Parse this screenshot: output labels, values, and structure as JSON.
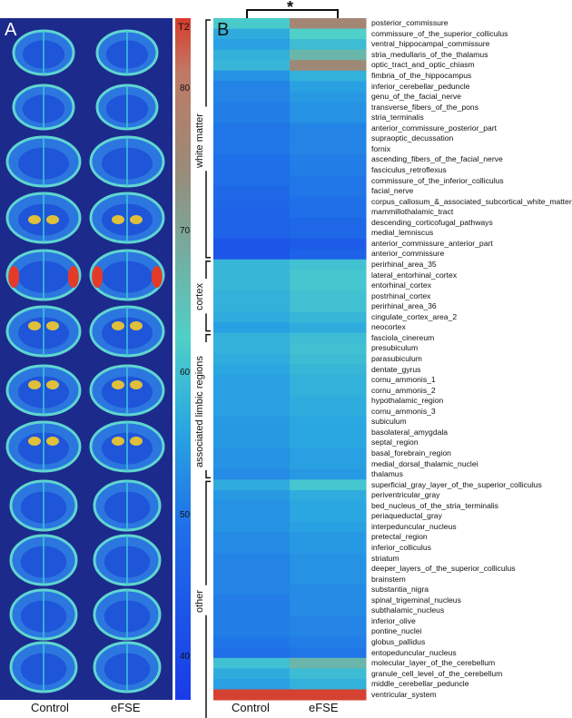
{
  "panels": {
    "a_letter": "A",
    "b_letter": "B",
    "a_labels": [
      "Control",
      "eFSE"
    ],
    "b_labels": [
      "Control",
      "eFSE"
    ]
  },
  "colorbar": {
    "title": "T2",
    "ticks": [
      {
        "label": "80",
        "value": 80
      },
      {
        "label": "70",
        "value": 70
      },
      {
        "label": "60",
        "value": 60
      },
      {
        "label": "50",
        "value": 50
      },
      {
        "label": "40",
        "value": 40
      }
    ]
  },
  "significance": "*",
  "chart_data": {
    "type": "heatmap",
    "columns": [
      "Control",
      "eFSE"
    ],
    "groups": [
      {
        "name": "white matter",
        "start": 0,
        "end": 22
      },
      {
        "name": "cortex",
        "start": 23,
        "end": 29
      },
      {
        "name": "associated limbic regions",
        "start": 30,
        "end": 43
      },
      {
        "name": "other",
        "start": 44,
        "end": 66
      }
    ],
    "colorscale": {
      "min": 37,
      "max": 85,
      "colors": [
        "#1a3ae8",
        "#1f6fe8",
        "#2aa7e0",
        "#4fd0c8",
        "#9a8a78",
        "#c07a66",
        "#d83a2a"
      ]
    },
    "rows": [
      {
        "label": "posterior_commissure",
        "values": [
          60,
          71
        ]
      },
      {
        "label": "commissure_of_the_superior_colliculus",
        "values": [
          54,
          61
        ]
      },
      {
        "label": "ventral_hippocampal_commissure",
        "values": [
          52,
          57
        ]
      },
      {
        "label": "stria_medullaris_of_the_thalamus",
        "values": [
          55,
          64
        ]
      },
      {
        "label": "optic_tract_and_optic_chiasm",
        "values": [
          56,
          70
        ]
      },
      {
        "label": "fimbria_of_the_hippocampus",
        "values": [
          50,
          55
        ]
      },
      {
        "label": "inferior_cerebellar_peduncle",
        "values": [
          48,
          52
        ]
      },
      {
        "label": "genu_of_the_facial_nerve",
        "values": [
          48,
          51
        ]
      },
      {
        "label": "transverse_fibers_of_the_pons",
        "values": [
          47,
          50
        ]
      },
      {
        "label": "stria_terminalis",
        "values": [
          47,
          50
        ]
      },
      {
        "label": "anterior_commissure_posterior_part",
        "values": [
          46,
          48
        ]
      },
      {
        "label": "supraoptic_decussation",
        "values": [
          46,
          48
        ]
      },
      {
        "label": "fornix",
        "values": [
          46,
          48
        ]
      },
      {
        "label": "ascending_fibers_of_the_facial_nerve",
        "values": [
          45,
          47
        ]
      },
      {
        "label": "fasciculus_retroflexus",
        "values": [
          45,
          47
        ]
      },
      {
        "label": "commissure_of_the_inferior_colliculus",
        "values": [
          45,
          46
        ]
      },
      {
        "label": "facial_nerve",
        "values": [
          44,
          46
        ]
      },
      {
        "label": "corpus_callosum_&_associated_subcortical_white_matter",
        "values": [
          44,
          45
        ]
      },
      {
        "label": "mammillothalamic_tract",
        "values": [
          43,
          45
        ]
      },
      {
        "label": "descending_corticofugal_pathways",
        "values": [
          43,
          44
        ]
      },
      {
        "label": "medial_lemniscus",
        "values": [
          43,
          44
        ]
      },
      {
        "label": "anterior_commissure_anterior_part",
        "values": [
          41,
          42
        ]
      },
      {
        "label": "anterior_commissure",
        "values": [
          41,
          43
        ]
      },
      {
        "label": "perirhinal_area_35",
        "values": [
          56,
          58
        ]
      },
      {
        "label": "lateral_entorhinal_cortex",
        "values": [
          56,
          59
        ]
      },
      {
        "label": "entorhinal_cortex",
        "values": [
          56,
          59
        ]
      },
      {
        "label": "postrhinal_cortex",
        "values": [
          55,
          58
        ]
      },
      {
        "label": "perirhinal_area_36",
        "values": [
          55,
          58
        ]
      },
      {
        "label": "cingulate_cortex_area_2",
        "values": [
          54,
          56
        ]
      },
      {
        "label": "neocortex",
        "values": [
          52,
          54
        ]
      },
      {
        "label": "fasciola_cinereum",
        "values": [
          55,
          57
        ]
      },
      {
        "label": "presubiculum",
        "values": [
          55,
          58
        ]
      },
      {
        "label": "parasubiculum",
        "values": [
          54,
          57
        ]
      },
      {
        "label": "dentate_gyrus",
        "values": [
          53,
          56
        ]
      },
      {
        "label": "cornu_ammonis_1",
        "values": [
          52,
          55
        ]
      },
      {
        "label": "cornu_ammonis_2",
        "values": [
          52,
          55
        ]
      },
      {
        "label": "hypothalamic_region",
        "values": [
          52,
          54
        ]
      },
      {
        "label": "cornu_ammonis_3",
        "values": [
          52,
          54
        ]
      },
      {
        "label": "subiculum",
        "values": [
          51,
          53
        ]
      },
      {
        "label": "basolateral_amygdala",
        "values": [
          51,
          53
        ]
      },
      {
        "label": "septal_region",
        "values": [
          51,
          53
        ]
      },
      {
        "label": "basal_forebrain_region",
        "values": [
          50,
          52
        ]
      },
      {
        "label": "medial_dorsal_thalamic_nuclei",
        "values": [
          50,
          52
        ]
      },
      {
        "label": "thalamus",
        "values": [
          49,
          51
        ]
      },
      {
        "label": "superficial_gray_layer_of_the_superior_colliculus",
        "values": [
          54,
          59
        ]
      },
      {
        "label": "periventricular_gray",
        "values": [
          51,
          54
        ]
      },
      {
        "label": "bed_nucleus_of_the_stria_terminalis",
        "values": [
          50,
          53
        ]
      },
      {
        "label": "periaqueductal_gray",
        "values": [
          50,
          53
        ]
      },
      {
        "label": "interpeduncular_nucleus",
        "values": [
          50,
          52
        ]
      },
      {
        "label": "pretectal_region",
        "values": [
          49,
          51
        ]
      },
      {
        "label": "inferior_colliculus",
        "values": [
          49,
          51
        ]
      },
      {
        "label": "striatum",
        "values": [
          48,
          50
        ]
      },
      {
        "label": "deeper_layers_of_the_superior_colliculus",
        "values": [
          48,
          50
        ]
      },
      {
        "label": "brainstem",
        "values": [
          48,
          50
        ]
      },
      {
        "label": "substantia_nigra",
        "values": [
          48,
          49
        ]
      },
      {
        "label": "spinal_trigeminal_nucleus",
        "values": [
          47,
          49
        ]
      },
      {
        "label": "subthalamic_nucleus",
        "values": [
          47,
          49
        ]
      },
      {
        "label": "inferior_olive",
        "values": [
          47,
          48
        ]
      },
      {
        "label": "pontine_nuclei",
        "values": [
          47,
          48
        ]
      },
      {
        "label": "globus_pallidus",
        "values": [
          46,
          47
        ]
      },
      {
        "label": "entopeduncular_nucleus",
        "values": [
          45,
          46
        ]
      },
      {
        "label": "molecular_layer_of_the_cerebellum",
        "values": [
          58,
          64
        ]
      },
      {
        "label": "granule_cell_level_of_the_cerebellum",
        "values": [
          54,
          57
        ]
      },
      {
        "label": "middle_cerebellar_peduncle",
        "values": [
          52,
          55
        ]
      },
      {
        "label": "ventricular_system",
        "values": [
          84,
          84
        ]
      }
    ]
  }
}
